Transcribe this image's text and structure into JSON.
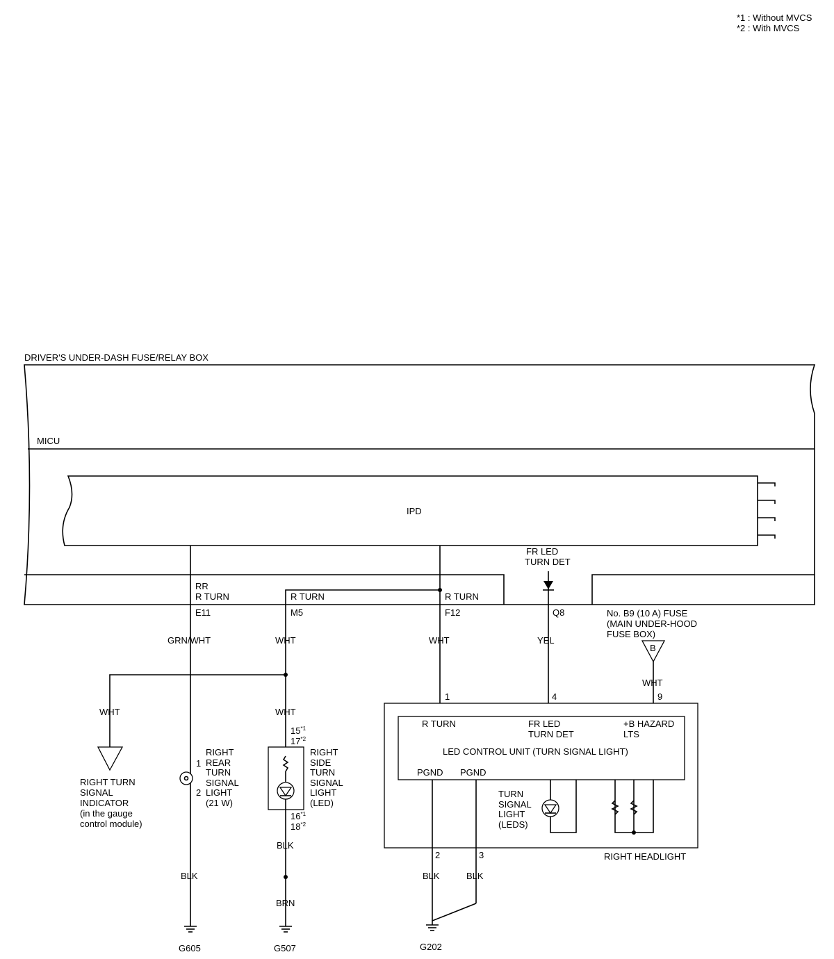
{
  "notes": {
    "note1": "*1 : Without MVCS",
    "note2": "*2 : With MVCS"
  },
  "fuse_box": {
    "title": "DRIVER'S UNDER-DASH FUSE/RELAY BOX",
    "micu": "MICU",
    "ipd": "IPD"
  },
  "connector_labels": {
    "rr": "RR",
    "rr_turn": "R TURN",
    "m5_turn": "R TURN",
    "f12_turn": "R TURN",
    "fr_led": "FR LED",
    "turn_det": "TURN DET"
  },
  "terminals": {
    "e11": "E11",
    "m5": "M5",
    "f12": "F12",
    "q8": "Q8"
  },
  "wires": {
    "grn_wht": "GRN/WHT",
    "wht_m5": "WHT",
    "wht_f12": "WHT",
    "yel": "YEL",
    "wht_fuse": "WHT",
    "wht_indicator": "WHT",
    "wht_side": "WHT",
    "blk_side": "BLK",
    "brn": "BRN",
    "blk_rear": "BLK",
    "blk_2": "BLK",
    "blk_3": "BLK"
  },
  "fuse": {
    "line1": "No. B9 (10 A) FUSE",
    "line2": "(MAIN UNDER-HOOD",
    "line3": "FUSE BOX)",
    "connector": "B"
  },
  "indicator": {
    "line1": "RIGHT TURN",
    "line2": "SIGNAL",
    "line3": "INDICATOR",
    "line4": "(in the gauge",
    "line5": "control module)"
  },
  "rear_light": {
    "line1": "RIGHT",
    "line2": "REAR",
    "line3": "TURN",
    "line4": "SIGNAL",
    "line5": "LIGHT",
    "line6": "(21 W)",
    "pin1": "1",
    "pin2": "2"
  },
  "side_light": {
    "line1": "RIGHT",
    "line2": "SIDE",
    "line3": "TURN",
    "line4": "SIGNAL",
    "line5": "LIGHT",
    "line6": "(LED)",
    "pin_top1": "15",
    "pin_top1_sup": "*1",
    "pin_top2": "17",
    "pin_top2_sup": "*2",
    "pin_bot1": "16",
    "pin_bot1_sup": "*1",
    "pin_bot2": "18",
    "pin_bot2_sup": "*2"
  },
  "headlight": {
    "title": "RIGHT HEADLIGHT",
    "unit_title": "LED CONTROL UNIT (TURN SIGNAL LIGHT)",
    "r_turn": "R TURN",
    "fr_led": "FR LED",
    "turn_det": "TURN DET",
    "hazard1": "+B HAZARD",
    "hazard2": "LTS",
    "pgnd1": "PGND",
    "pgnd2": "PGND",
    "leds1": "TURN",
    "leds2": "SIGNAL",
    "leds3": "LIGHT",
    "leds4": "(LEDS)",
    "pin1": "1",
    "pin4": "4",
    "pin9": "9",
    "pin2": "2",
    "pin3": "3"
  },
  "grounds": {
    "g605": "G605",
    "g507": "G507",
    "g202": "G202"
  }
}
